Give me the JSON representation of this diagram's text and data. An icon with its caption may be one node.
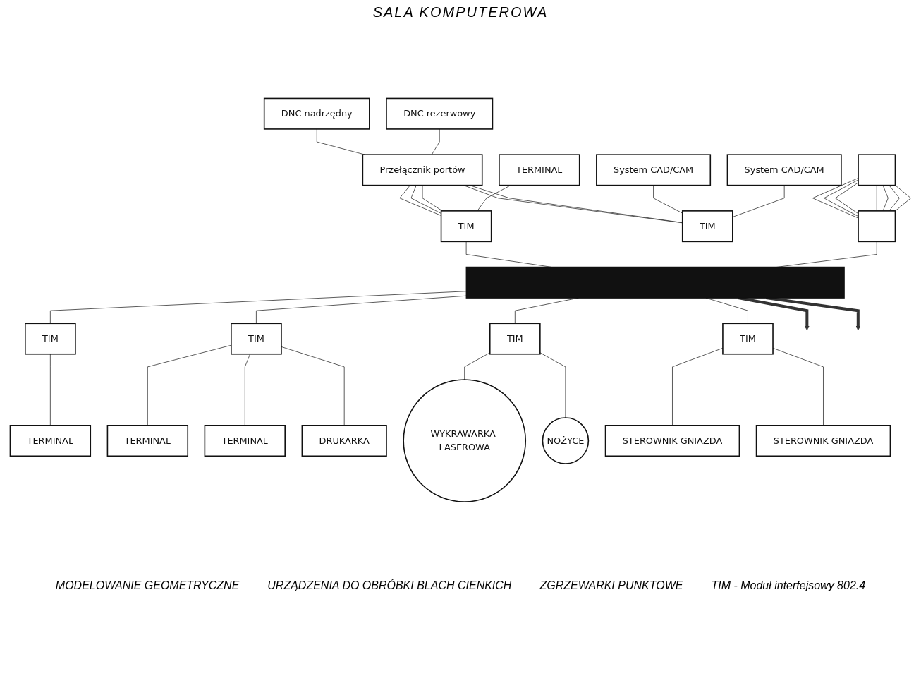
{
  "diagram": {
    "title": "SALA KOMPUTEROWA",
    "nodes": [
      {
        "text": [
          "DNC nadrzędny"
        ]
      },
      {
        "text": [
          "DNC rezerwowy"
        ]
      },
      {
        "text": [
          "Przełącznik portów"
        ]
      },
      {
        "text": [
          "System CAD/CAM"
        ]
      },
      {
        "text": [
          "TERMINAL"
        ]
      },
      {
        "text": [
          "TIM"
        ]
      },
      {
        "text": [
          "TIM"
        ]
      },
      {
        "text": [
          "System CAD/CAM"
        ]
      },
      {
        "text": [],
        "shape": "box"
      },
      {
        "text": [],
        "shape": "box"
      },
      {
        "text": [],
        "shape": "bar"
      },
      {
        "text": [
          "TIM"
        ]
      },
      {
        "text": [
          "TERMINAL"
        ]
      },
      {
        "text": [
          "TIM"
        ]
      },
      {
        "text": [
          "TERMINAL"
        ]
      },
      {
        "text": [
          "TERMINAL"
        ]
      },
      {
        "text": [
          "DRUKARKA"
        ]
      },
      {
        "text": [
          "TIM"
        ]
      },
      {
        "text": [
          "WYKRAWARKA LASEROWA"
        ]
      },
      {
        "text": [
          "NOŻYCE"
        ]
      },
      {
        "text": [
          "TIM"
        ]
      },
      {
        "text": [
          "STEROWNIK GNIAZDA"
        ]
      },
      {
        "text": [
          "STEROWNIK GNIAZDA"
        ]
      }
    ],
    "edges": [
      {
        "from": 0,
        "to": 2,
        "arrow": "none"
      },
      {
        "from": 1,
        "to": 2,
        "arrow": "none"
      },
      {
        "from": 2,
        "to": 5,
        "arrow": "none"
      },
      {
        "from": 2,
        "to": 5,
        "arrow": "none"
      },
      {
        "from": 2,
        "to": 5,
        "arrow": "none"
      },
      {
        "from": 4,
        "to": 5,
        "arrow": "none"
      },
      {
        "from": 2,
        "to": 6,
        "arrow": "none"
      },
      {
        "from": 2,
        "to": 6,
        "arrow": "none"
      },
      {
        "from": 3,
        "to": 6,
        "arrow": "none"
      },
      {
        "from": 7,
        "to": 6,
        "arrow": "none"
      },
      {
        "from": 8,
        "to": 9,
        "arrow": "none"
      },
      {
        "from": 8,
        "to": 9,
        "arrow": "none"
      },
      {
        "from": 8,
        "to": 9,
        "arrow": "none"
      },
      {
        "from": 8,
        "to": 9,
        "arrow": "none"
      },
      {
        "from": 8,
        "to": 9,
        "arrow": "none"
      },
      {
        "from": 8,
        "to": 9,
        "arrow": "none"
      },
      {
        "from": 8,
        "to": 9,
        "arrow": "none"
      },
      {
        "from": 5,
        "to": 10,
        "arrow": "none"
      },
      {
        "from": 9,
        "to": 10,
        "arrow": "none"
      },
      {
        "from": 10,
        "to": null,
        "arrow": "to",
        "style": "thick"
      },
      {
        "from": 10,
        "to": null,
        "arrow": "to",
        "style": "thick"
      },
      {
        "from": 10,
        "to": 11,
        "arrow": "none"
      },
      {
        "from": 10,
        "to": 13,
        "arrow": "none"
      },
      {
        "from": 10,
        "to": 17,
        "arrow": "none"
      },
      {
        "from": 10,
        "to": 20,
        "arrow": "none"
      },
      {
        "from": 11,
        "to": 12,
        "arrow": "none"
      },
      {
        "from": 13,
        "to": 14,
        "arrow": "none"
      },
      {
        "from": 13,
        "to": 15,
        "arrow": "none"
      },
      {
        "from": 13,
        "to": 16,
        "arrow": "none"
      },
      {
        "from": 17,
        "to": 18,
        "arrow": "none"
      },
      {
        "from": 17,
        "to": 19,
        "arrow": "none"
      },
      {
        "from": 20,
        "to": 21,
        "arrow": "none"
      },
      {
        "from": 20,
        "to": 22,
        "arrow": "none"
      }
    ],
    "labels": [
      "MODELOWANIE GEOMETRYCZNE",
      "URZĄDZENIA DO OBRÓBKI BLACH CIENKICH",
      "ZGRZEWARKI PUNKTOWE",
      "TIM - Moduł interfejsowy 802.4"
    ]
  }
}
